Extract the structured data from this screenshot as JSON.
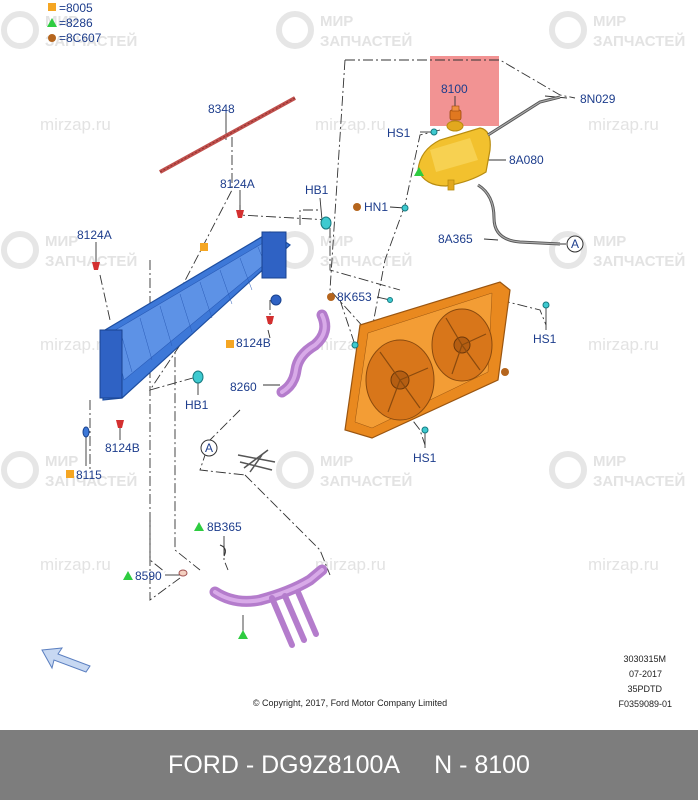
{
  "legend": [
    {
      "shape": "square",
      "color": "#f5a623",
      "text": "=8005"
    },
    {
      "shape": "triangle",
      "color": "#2ecc40",
      "text": "=8286"
    },
    {
      "shape": "circle",
      "color": "#b5651d",
      "text": "=8C607"
    }
  ],
  "watermark": {
    "brand": "mirzap.ru",
    "line1": "МИР",
    "line2": "ЗАПЧАСТЕЙ"
  },
  "labels": {
    "l8348": "8348",
    "l8100": "8100",
    "l8N029": "8N029",
    "lHS1top": "HS1",
    "l8A080": "8A080",
    "l8124Atop": "8124A",
    "lHB1top": "HB1",
    "lHN1": "HN1",
    "l8124Aleft": "8124A",
    "l8A365": "8A365",
    "lA1": "A",
    "l8K653": "8K653",
    "lHS1right": "HS1",
    "l8124Bright": "8124B",
    "l8260": "8260",
    "lHB1bottom": "HB1",
    "l8124Bleft": "8124B",
    "lHS1bottom": "HS1",
    "lA2": "A",
    "l8115": "8115",
    "l8B365": "8B365",
    "l8590": "8590"
  },
  "doc_info": [
    "3030315M",
    "07-2017",
    "35PDTD",
    "F0359089-01"
  ],
  "copyright": "© Copyright, 2017, Ford Motor Company Limited",
  "highlight_color": "#f08080",
  "footer": {
    "brand": "FORD - DG9Z8100A",
    "part": "N - 8100"
  }
}
